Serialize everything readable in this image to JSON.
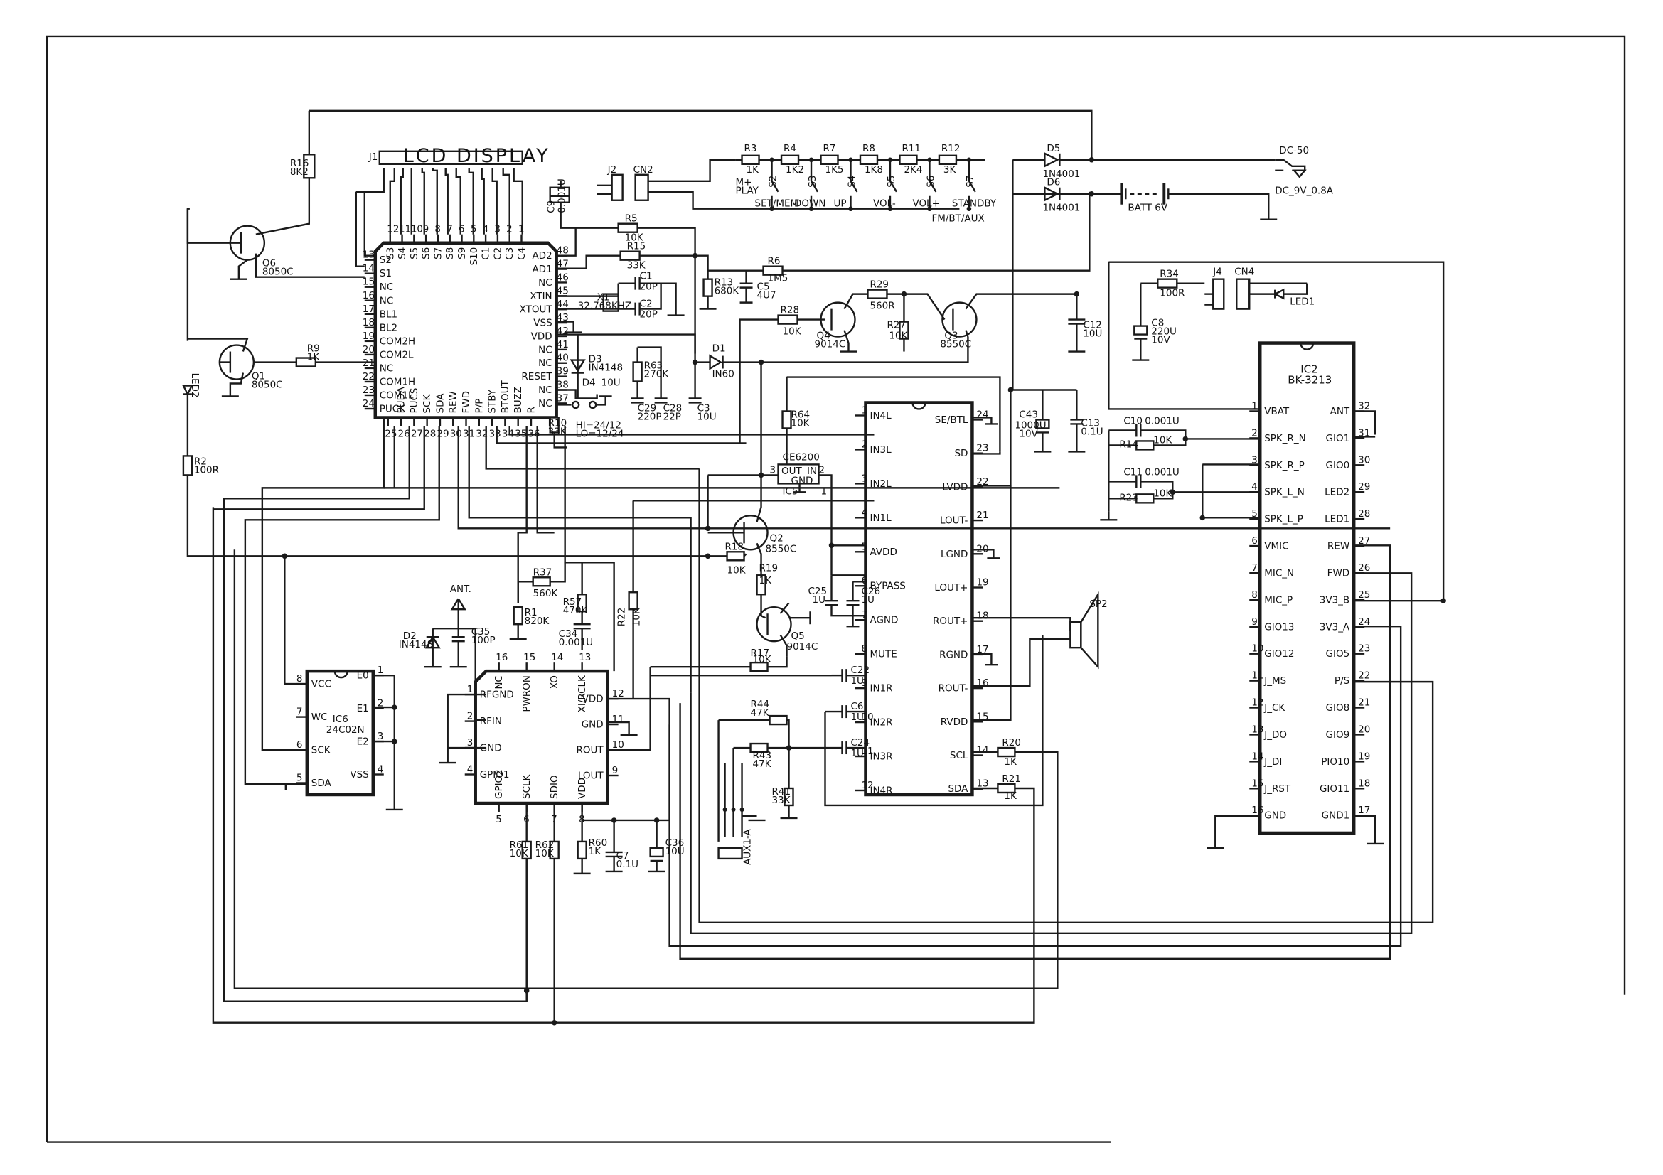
{
  "lcd": {
    "title": "LCD DISPLAY",
    "connector": "J1"
  },
  "ic_main": {
    "pins_left": [
      {
        "n": "13",
        "l": "S2"
      },
      {
        "n": "14",
        "l": "S1"
      },
      {
        "n": "15",
        "l": "NC"
      },
      {
        "n": "16",
        "l": "NC"
      },
      {
        "n": "17",
        "l": "BL1"
      },
      {
        "n": "18",
        "l": "BL2"
      },
      {
        "n": "19",
        "l": "COM2H"
      },
      {
        "n": "20",
        "l": "COM2L"
      },
      {
        "n": "21",
        "l": "NC"
      },
      {
        "n": "22",
        "l": "COM1H"
      },
      {
        "n": "23",
        "l": "COM1L"
      },
      {
        "n": "24",
        "l": "PUCK"
      }
    ],
    "pins_top": [
      {
        "n": "12",
        "l": "S3"
      },
      {
        "n": "11",
        "l": "S4"
      },
      {
        "n": "10",
        "l": "S5"
      },
      {
        "n": "9",
        "l": "S6"
      },
      {
        "n": "8",
        "l": "S7"
      },
      {
        "n": "7",
        "l": "S8"
      },
      {
        "n": "6",
        "l": "S9"
      },
      {
        "n": "5",
        "l": "S10"
      },
      {
        "n": "4",
        "l": "C1"
      },
      {
        "n": "3",
        "l": "C2"
      },
      {
        "n": "2",
        "l": "C3"
      },
      {
        "n": "1",
        "l": "C4"
      }
    ],
    "pins_right": [
      {
        "n": "48",
        "l": "AD2"
      },
      {
        "n": "47",
        "l": "AD1"
      },
      {
        "n": "46",
        "l": "NC"
      },
      {
        "n": "45",
        "l": "XTIN"
      },
      {
        "n": "44",
        "l": "XTOUT"
      },
      {
        "n": "43",
        "l": "VSS"
      },
      {
        "n": "42",
        "l": "VDD"
      },
      {
        "n": "41",
        "l": "NC"
      },
      {
        "n": "40",
        "l": "NC"
      },
      {
        "n": "39",
        "l": "RESET"
      },
      {
        "n": "38",
        "l": "NC"
      },
      {
        "n": "37",
        "l": "NC"
      }
    ],
    "pins_bottom": [
      {
        "n": "25",
        "l": ""
      },
      {
        "n": "26",
        "l": "PUDA"
      },
      {
        "n": "27",
        "l": "PUCS"
      },
      {
        "n": "28",
        "l": "SCK"
      },
      {
        "n": "29",
        "l": "SDA"
      },
      {
        "n": "30",
        "l": "REW"
      },
      {
        "n": "31",
        "l": "FWD"
      },
      {
        "n": "32",
        "l": "P/P"
      },
      {
        "n": "33",
        "l": "STBY"
      },
      {
        "n": "34",
        "l": "BTOUT"
      },
      {
        "n": "35",
        "l": "BUZZ"
      },
      {
        "n": "36",
        "l": "R"
      }
    ]
  },
  "ic_amp": {
    "pins_left": [
      {
        "n": "1",
        "l": "IN4L"
      },
      {
        "n": "2",
        "l": "IN3L"
      },
      {
        "n": "3",
        "l": "IN2L"
      },
      {
        "n": "4",
        "l": "IN1L"
      },
      {
        "n": "5",
        "l": "AVDD"
      },
      {
        "n": "6",
        "l": "BYPASS"
      },
      {
        "n": "7",
        "l": "AGND"
      },
      {
        "n": "8",
        "l": "MUTE"
      },
      {
        "n": "9",
        "l": "IN1R"
      },
      {
        "n": "10",
        "l": "IN2R"
      },
      {
        "n": "11",
        "l": "IN3R"
      },
      {
        "n": "12",
        "l": "IN4R"
      }
    ],
    "pins_right": [
      {
        "n": "24",
        "l": "SE/BTL"
      },
      {
        "n": "23",
        "l": "SD"
      },
      {
        "n": "22",
        "l": "LVDD"
      },
      {
        "n": "21",
        "l": "LOUT-"
      },
      {
        "n": "20",
        "l": "LGND"
      },
      {
        "n": "19",
        "l": "LOUT+"
      },
      {
        "n": "18",
        "l": "ROUT+"
      },
      {
        "n": "17",
        "l": "RGND"
      },
      {
        "n": "16",
        "l": "ROUT-"
      },
      {
        "n": "15",
        "l": "RVDD"
      },
      {
        "n": "14",
        "l": "SCL"
      },
      {
        "n": "13",
        "l": "SDA"
      }
    ]
  },
  "ic_bt": {
    "name": "IC2",
    "part": "BK-3213",
    "pins_left": [
      {
        "n": "1",
        "l": "VBAT"
      },
      {
        "n": "2",
        "l": "SPK_R_N"
      },
      {
        "n": "3",
        "l": "SPK_R_P"
      },
      {
        "n": "4",
        "l": "SPK_L_N"
      },
      {
        "n": "5",
        "l": "SPK_L_P"
      },
      {
        "n": "6",
        "l": "VMIC"
      },
      {
        "n": "7",
        "l": "MIC_N"
      },
      {
        "n": "8",
        "l": "MIC_P"
      },
      {
        "n": "9",
        "l": "GIO13"
      },
      {
        "n": "10",
        "l": "GIO12"
      },
      {
        "n": "11",
        "l": "J_MS"
      },
      {
        "n": "12",
        "l": "J_CK"
      },
      {
        "n": "13",
        "l": "J_DO"
      },
      {
        "n": "14",
        "l": "J_DI"
      },
      {
        "n": "15",
        "l": "J_RST"
      },
      {
        "n": "16",
        "l": "GND"
      }
    ],
    "pins_right": [
      {
        "n": "32",
        "l": "ANT"
      },
      {
        "n": "31",
        "l": "GIO1"
      },
      {
        "n": "30",
        "l": "GIO0"
      },
      {
        "n": "29",
        "l": "LED2"
      },
      {
        "n": "28",
        "l": "LED1"
      },
      {
        "n": "27",
        "l": "REW"
      },
      {
        "n": "26",
        "l": "FWD"
      },
      {
        "n": "25",
        "l": "3V3_B"
      },
      {
        "n": "24",
        "l": "3V3_A"
      },
      {
        "n": "23",
        "l": "GIO5"
      },
      {
        "n": "22",
        "l": "P/S"
      },
      {
        "n": "21",
        "l": "GIO8"
      },
      {
        "n": "20",
        "l": "GIO9"
      },
      {
        "n": "19",
        "l": "PIO10"
      },
      {
        "n": "18",
        "l": "GIO11"
      },
      {
        "n": "17",
        "l": "GND1"
      }
    ]
  },
  "ic_eeprom": {
    "name": "IC6",
    "part": "24C02N",
    "pins_left": [
      {
        "n": "8",
        "l": "VCC"
      },
      {
        "n": "7",
        "l": "WC"
      },
      {
        "n": "6",
        "l": "SCK"
      },
      {
        "n": "5",
        "l": "SDA"
      }
    ],
    "pins_right": [
      {
        "n": "1",
        "l": "E0"
      },
      {
        "n": "2",
        "l": "E1"
      },
      {
        "n": "3",
        "l": "E2"
      },
      {
        "n": "4",
        "l": "VSS"
      }
    ]
  },
  "ic_fm": {
    "pins_left": [
      {
        "n": "1",
        "l": "RFGND"
      },
      {
        "n": "2",
        "l": "RFIN"
      },
      {
        "n": "3",
        "l": "GND"
      },
      {
        "n": "4",
        "l": "GPIO1"
      }
    ],
    "pins_right": [
      {
        "n": "12",
        "l": "VDD"
      },
      {
        "n": "11",
        "l": "GND"
      },
      {
        "n": "10",
        "l": "ROUT"
      },
      {
        "n": "9",
        "l": "LOUT"
      }
    ],
    "pins_top": [
      {
        "n": "16",
        "l": "NC"
      },
      {
        "n": "15",
        "l": "PWRON"
      },
      {
        "n": "14",
        "l": "XO"
      },
      {
        "n": "13",
        "l": "XI/RCLK"
      }
    ],
    "pins_bottom": [
      {
        "n": "5",
        "l": "GPIO2"
      },
      {
        "n": "6",
        "l": "SCLK"
      },
      {
        "n": "7",
        "l": "SDIO"
      },
      {
        "n": "8",
        "l": "VDD"
      }
    ]
  },
  "regulator": {
    "name": "CE6200",
    "ref": "IC5",
    "out": "OUT",
    "in": "IN",
    "gnd": "GND",
    "p1": "1",
    "p2": "2",
    "p3": "3"
  },
  "buttons": [
    {
      "ref": "R3",
      "val": "1K",
      "sw": "S2",
      "label": "SET/MEM"
    },
    {
      "ref": "R4",
      "val": "1K2",
      "sw": "S3",
      "label": "DOWN"
    },
    {
      "ref": "R7",
      "val": "1K5",
      "sw": "S4",
      "label": "UP"
    },
    {
      "ref": "R8",
      "val": "1K8",
      "sw": "S5",
      "label": "VOL-"
    },
    {
      "ref": "R11",
      "val": "2K4",
      "sw": "S6",
      "label": "VOL+"
    },
    {
      "ref": "R12",
      "val": "3K",
      "sw": "S7",
      "label": "STANDBY"
    }
  ],
  "labels": {
    "sw_play": "M+",
    "sw_play2": "PLAY",
    "standby_sub": "FM/BT/AUX",
    "j2": "J2",
    "cn2": "CN2",
    "c9": "C9",
    "c9v": "0.001U",
    "r16": "R16",
    "r16v": "8K2",
    "q6": "Q6",
    "q6v": "8050C",
    "q1": "Q1",
    "q1v": "8050C",
    "r9": "R9",
    "r9v": "1K",
    "led2": "LED2",
    "r2": "R2",
    "r2v": "100R",
    "r5": "R5",
    "r5v": "10K",
    "r15": "R15",
    "r15v": "33K",
    "r6": "R6",
    "r6v": "1M5",
    "r13": "R13",
    "r13v": "680K",
    "c5": "C5",
    "c5v": "4U7",
    "c1": "C1",
    "c1v": "20P",
    "c2": "C2",
    "c2v": "20P",
    "x1": "X1",
    "x1v": "32.768KHZ",
    "d3": "D3",
    "d3v": "IN4148",
    "d4": "D4",
    "d4v": "10U",
    "r63": "R63",
    "r63v": "270K",
    "c29": "C29",
    "c29v": "220P",
    "c28": "C28",
    "c28v": "22P",
    "c3": "C3",
    "c3v": "10U",
    "d1": "D1",
    "d1v": "IN60",
    "r28": "R28",
    "r28v": "10K",
    "q4": "Q4",
    "q4v": "9014C",
    "r29": "R29",
    "r29v": "560R",
    "r27": "R27",
    "r27v": "10K",
    "q3": "Q3",
    "q3v": "8550C",
    "r10": "R10",
    "r10v": "33K",
    "hi": "HI=24/12",
    "lo": "LO=12/24",
    "r64": "R64",
    "r64v": "10K",
    "q2": "Q2",
    "q2v": "8550C",
    "r18": "R18",
    "r18v": "10K",
    "r19": "R19",
    "r19v": "1K",
    "q5": "Q5",
    "q5v": "9014C",
    "r17": "R17",
    "r17v": "10K",
    "c25": "C25",
    "c25v": "1U",
    "c26": "C26",
    "c26v": "1U",
    "c22": "C22",
    "c22v": "1U",
    "c6": "C6",
    "c6v": "1U",
    "c24": "C24",
    "c24v": "1U",
    "r44": "R44",
    "r44v": "47K",
    "r43": "R43",
    "r43v": "47K",
    "r41": "R41",
    "r41v": "33K",
    "aux": "AUX1-A",
    "r20": "R20",
    "r20v": "1K",
    "r21": "R21",
    "r21v": "1K",
    "c43": "C43",
    "c43v": "1000U",
    "c43v2": "10V",
    "c13": "C13",
    "c13v": "0.1U",
    "sp2": "SP2",
    "d5": "D5",
    "d5v": "1N4001",
    "d6": "D6",
    "d6v": "1N4001",
    "batt": "BATT 6V",
    "dc": "DC-50",
    "dcv": "DC_9V_0.8A",
    "r34": "R34",
    "r34v": "100R",
    "j4": "J4",
    "cn4": "CN4",
    "led1": "LED1",
    "c12": "C12",
    "c12v": "10U",
    "c8": "C8",
    "c8v": "220U",
    "c8v2": "10V",
    "c10": "C10",
    "c10v": "0.001U",
    "r14": "R14",
    "r14v": "10K",
    "c11": "C11",
    "c11v": "0.001U",
    "r23": "R23",
    "r23v": "10K",
    "r37": "R37",
    "r37v": "560K",
    "r1": "R1",
    "r1v": "820K",
    "r57": "R57",
    "r57v": "470K",
    "c34": "C34",
    "c34v": "0.001U",
    "r22": "R22",
    "r22v": "10K",
    "ant": "ANT.",
    "d2": "D2",
    "d2v": "IN4148",
    "c35": "C35",
    "c35v": "100P",
    "r61": "R61",
    "r61v": "10K",
    "r62": "R62",
    "r62v": "10K",
    "r60": "R60",
    "r60v": "1K",
    "c7": "C7",
    "c7v": "0.1U",
    "c36": "C36",
    "c36v": "10U"
  }
}
